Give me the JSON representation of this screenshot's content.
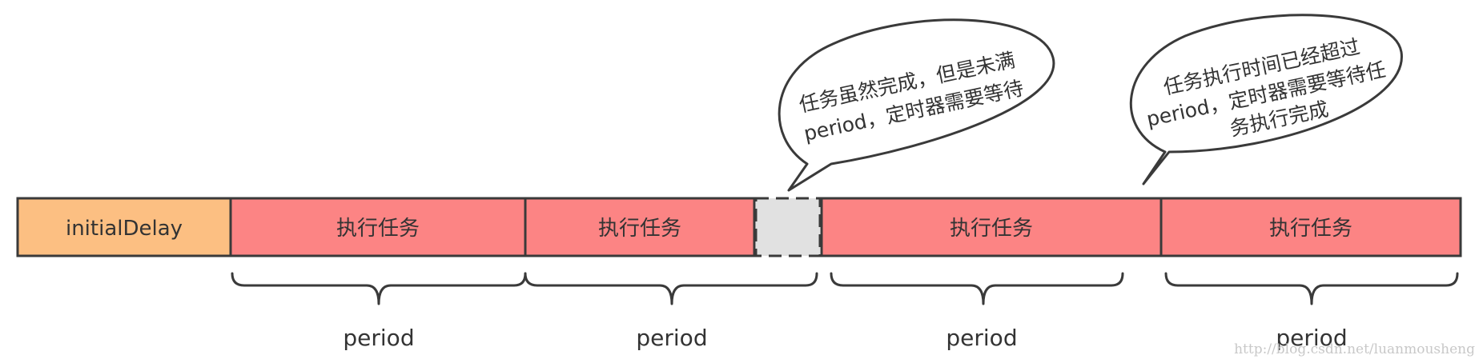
{
  "timeline": {
    "segments": [
      {
        "label": "initialDelay",
        "kind": "delay",
        "color": "#fcbf82"
      },
      {
        "label": "执行任务",
        "kind": "task",
        "color": "#fc8484"
      },
      {
        "label": "执行任务",
        "kind": "task",
        "color": "#fc8484"
      },
      {
        "label": "",
        "kind": "wait",
        "color": "#e1e1e1"
      },
      {
        "label": "执行任务",
        "kind": "task",
        "color": "#fc8484"
      },
      {
        "label": "执行任务",
        "kind": "task",
        "color": "#fc8484"
      }
    ],
    "border_color": "#3a3a3a"
  },
  "periods": [
    {
      "label": "period"
    },
    {
      "label": "period"
    },
    {
      "label": "period"
    },
    {
      "label": "period"
    }
  ],
  "bubbles": [
    {
      "lines": [
        "任务虽然完成，但是未满",
        "period，定时器需要等待"
      ]
    },
    {
      "lines": [
        "任务执行时间已经超过",
        "period，定时器需要等待任",
        "务执行完成"
      ]
    }
  ],
  "watermark": "http://blog.csdn.net/luanmousheng"
}
